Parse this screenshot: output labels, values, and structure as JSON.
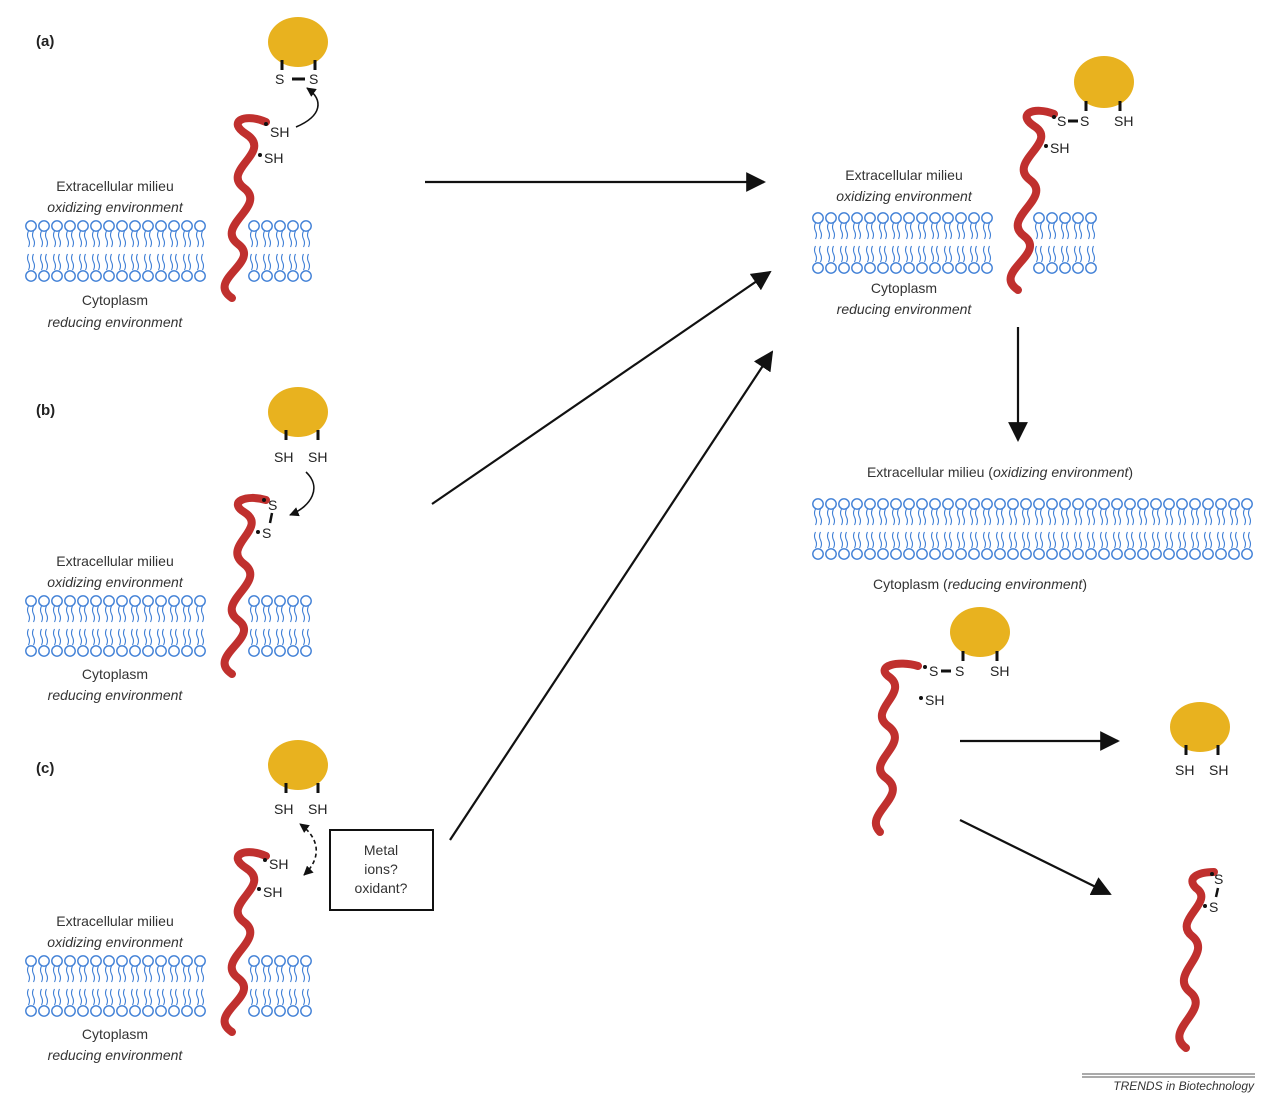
{
  "panel_labels": [
    "(a)",
    "(b)",
    "(c)"
  ],
  "extracellular_label": "Extracellular milieu",
  "extracellular_env": "oxidizing environment",
  "cytoplasm_label": "Cytoplasm",
  "cytoplasm_env": "reducing environment",
  "thiol": "SH",
  "sulfur": "S",
  "metal_box": {
    "line1": "Metal",
    "line2": "ions?",
    "line3": "oxidant?"
  },
  "credit": {
    "journal": "TRENDS",
    "rest": " in Biotechnology"
  },
  "colors": {
    "protein_chain": "#c0302e",
    "ligand_blob": "#e8b21f",
    "membrane": "#3f7fd6",
    "arrow": "#111111"
  }
}
